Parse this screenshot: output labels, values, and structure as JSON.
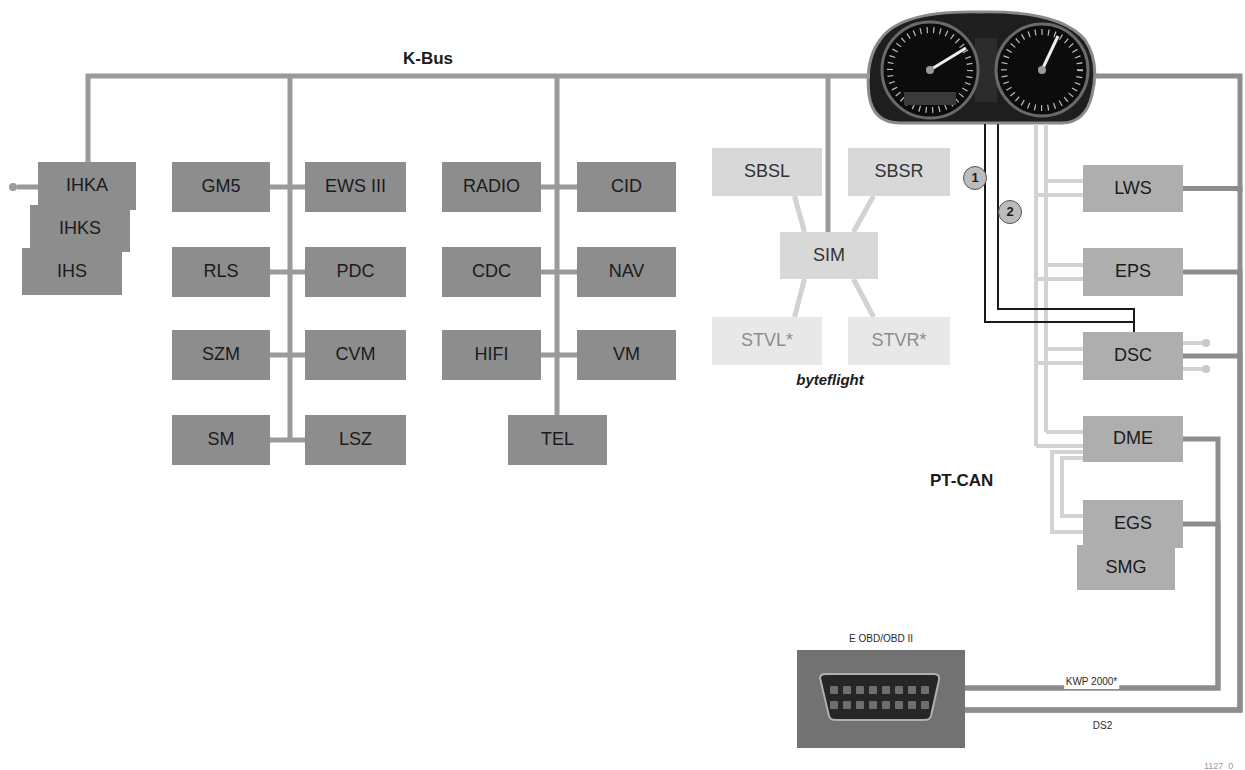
{
  "diagram": {
    "nodes": [
      {
        "text": [
          "IHKA"
        ]
      },
      {
        "text": [
          "IHKS"
        ]
      },
      {
        "text": [
          "IHS"
        ]
      },
      {
        "text": [
          "GM5"
        ]
      },
      {
        "text": [
          "EWS III"
        ]
      },
      {
        "text": [
          "RLS"
        ]
      },
      {
        "text": [
          "PDC"
        ]
      },
      {
        "text": [
          "SZM"
        ]
      },
      {
        "text": [
          "CVM"
        ]
      },
      {
        "text": [
          "SM"
        ]
      },
      {
        "text": [
          "LSZ"
        ]
      },
      {
        "text": [
          "RADIO"
        ]
      },
      {
        "text": [
          "CID"
        ]
      },
      {
        "text": [
          "CDC"
        ]
      },
      {
        "text": [
          "NAV"
        ]
      },
      {
        "text": [
          "HIFI"
        ]
      },
      {
        "text": [
          "VM"
        ]
      },
      {
        "text": [
          "TEL"
        ]
      },
      {
        "text": [
          "SBSL"
        ]
      },
      {
        "text": [
          "SBSR"
        ]
      },
      {
        "text": [
          "SIM"
        ]
      },
      {
        "text": [
          "STVL*"
        ]
      },
      {
        "text": [
          "STVR*"
        ]
      },
      {
        "text": [
          "1"
        ]
      },
      {
        "text": [
          "2"
        ]
      },
      {
        "text": [
          "LWS"
        ]
      },
      {
        "text": [
          "EPS"
        ]
      },
      {
        "text": [
          "DSC"
        ]
      },
      {
        "text": [
          "DME"
        ]
      },
      {
        "text": [
          "EGS"
        ]
      },
      {
        "text": [
          "SMG"
        ]
      },
      {
        "text": [
          "E OBD/OBD II"
        ]
      }
    ],
    "edges": [
      {
        "from": 20,
        "to": 18,
        "arrow": "none"
      },
      {
        "from": 20,
        "to": 19,
        "arrow": "none"
      },
      {
        "from": 20,
        "to": 21,
        "arrow": "none"
      },
      {
        "from": 20,
        "to": 22,
        "arrow": "none"
      },
      {
        "from": 31,
        "to": 28,
        "label": "KWP 2000*",
        "arrow": "none"
      },
      {
        "from": 31,
        "to": 29,
        "arrow": "none"
      },
      {
        "from": 31,
        "to": 25,
        "label": "DS2",
        "arrow": "none"
      },
      {
        "from": 31,
        "to": 26,
        "arrow": "none"
      },
      {
        "from": 31,
        "to": 27,
        "arrow": "none"
      }
    ],
    "labels": [
      "K-Bus",
      "byteflight",
      "PT-CAN",
      "1127_0"
    ]
  }
}
